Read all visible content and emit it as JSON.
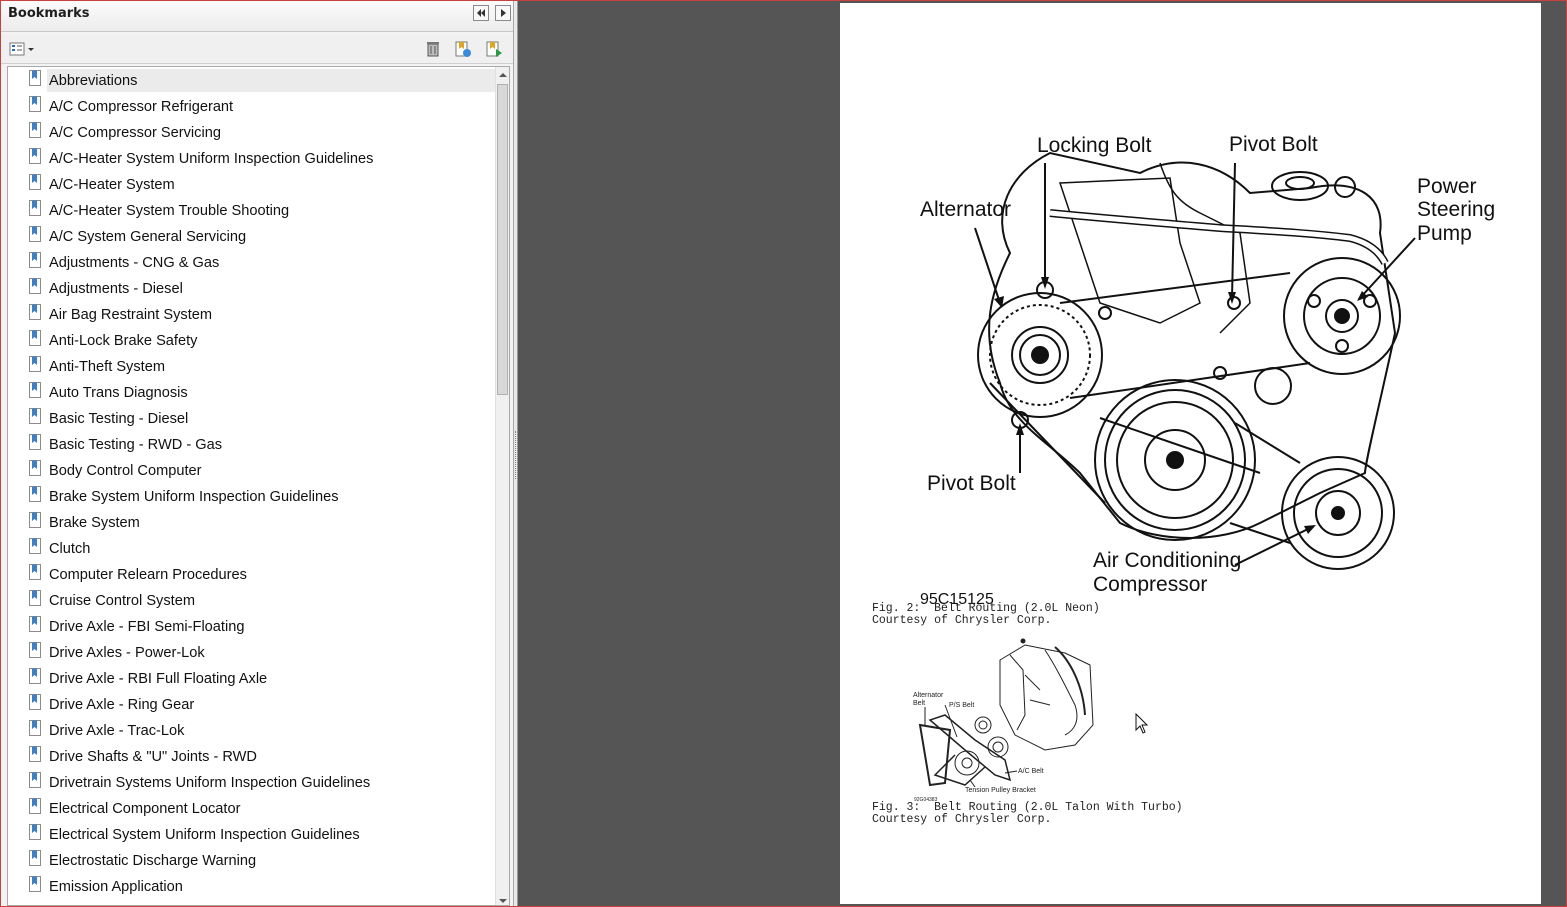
{
  "panel": {
    "title": "Bookmarks",
    "items": [
      "Abbreviations",
      "A/C Compressor Refrigerant",
      "A/C Compressor Servicing",
      "A/C-Heater System Uniform Inspection Guidelines",
      "A/C-Heater System",
      "A/C-Heater System Trouble Shooting",
      "A/C System General Servicing",
      "Adjustments - CNG & Gas",
      "Adjustments - Diesel",
      "Air Bag Restraint System",
      "Anti-Lock Brake Safety",
      "Anti-Theft System",
      "Auto Trans Diagnosis",
      "Basic Testing - Diesel",
      "Basic Testing - RWD - Gas",
      "Body Control Computer",
      "Brake System Uniform Inspection Guidelines",
      "Brake System",
      "Clutch",
      "Computer Relearn Procedures",
      "Cruise Control System",
      "Drive Axle - FBI Semi-Floating",
      "Drive Axles - Power-Lok",
      "Drive Axle - RBI Full Floating Axle",
      "Drive Axle - Ring Gear",
      "Drive Axle - Trac-Lok",
      "Drive Shafts & \"U\" Joints - RWD",
      "Drivetrain Systems Uniform Inspection Guidelines",
      "Electrical Component Locator",
      "Electrical System Uniform Inspection Guidelines",
      "Electrostatic Discharge Warning",
      "Emission Application"
    ],
    "selected_index": 0
  },
  "page": {
    "fig2": {
      "labels": {
        "locking_bolt": "Locking Bolt",
        "pivot_bolt_top": "Pivot Bolt",
        "alternator": "Alternator",
        "power_steering_1": "Power",
        "power_steering_2": "Steering",
        "power_steering_3": "Pump",
        "pivot_bolt_bottom": "Pivot Bolt",
        "ac_1": "Air Conditioning",
        "ac_2": "Compressor",
        "code": "95C15125"
      },
      "caption_line1": "Fig. 2:  Belt Routing (2.0L Neon)",
      "caption_line2": "Courtesy of Chrysler Corp."
    },
    "fig3": {
      "labels": {
        "alternator_belt_1": "Alternator",
        "alternator_belt_2": "Belt",
        "ps_belt": "P/S Belt",
        "ac_belt": "A/C Belt",
        "tension": "Tension Pulley Bracket",
        "code": "92G04383"
      },
      "caption_line1": "Fig. 3:  Belt Routing (2.0L Talon With Turbo)",
      "caption_line2": "Courtesy of Chrysler Corp."
    }
  }
}
